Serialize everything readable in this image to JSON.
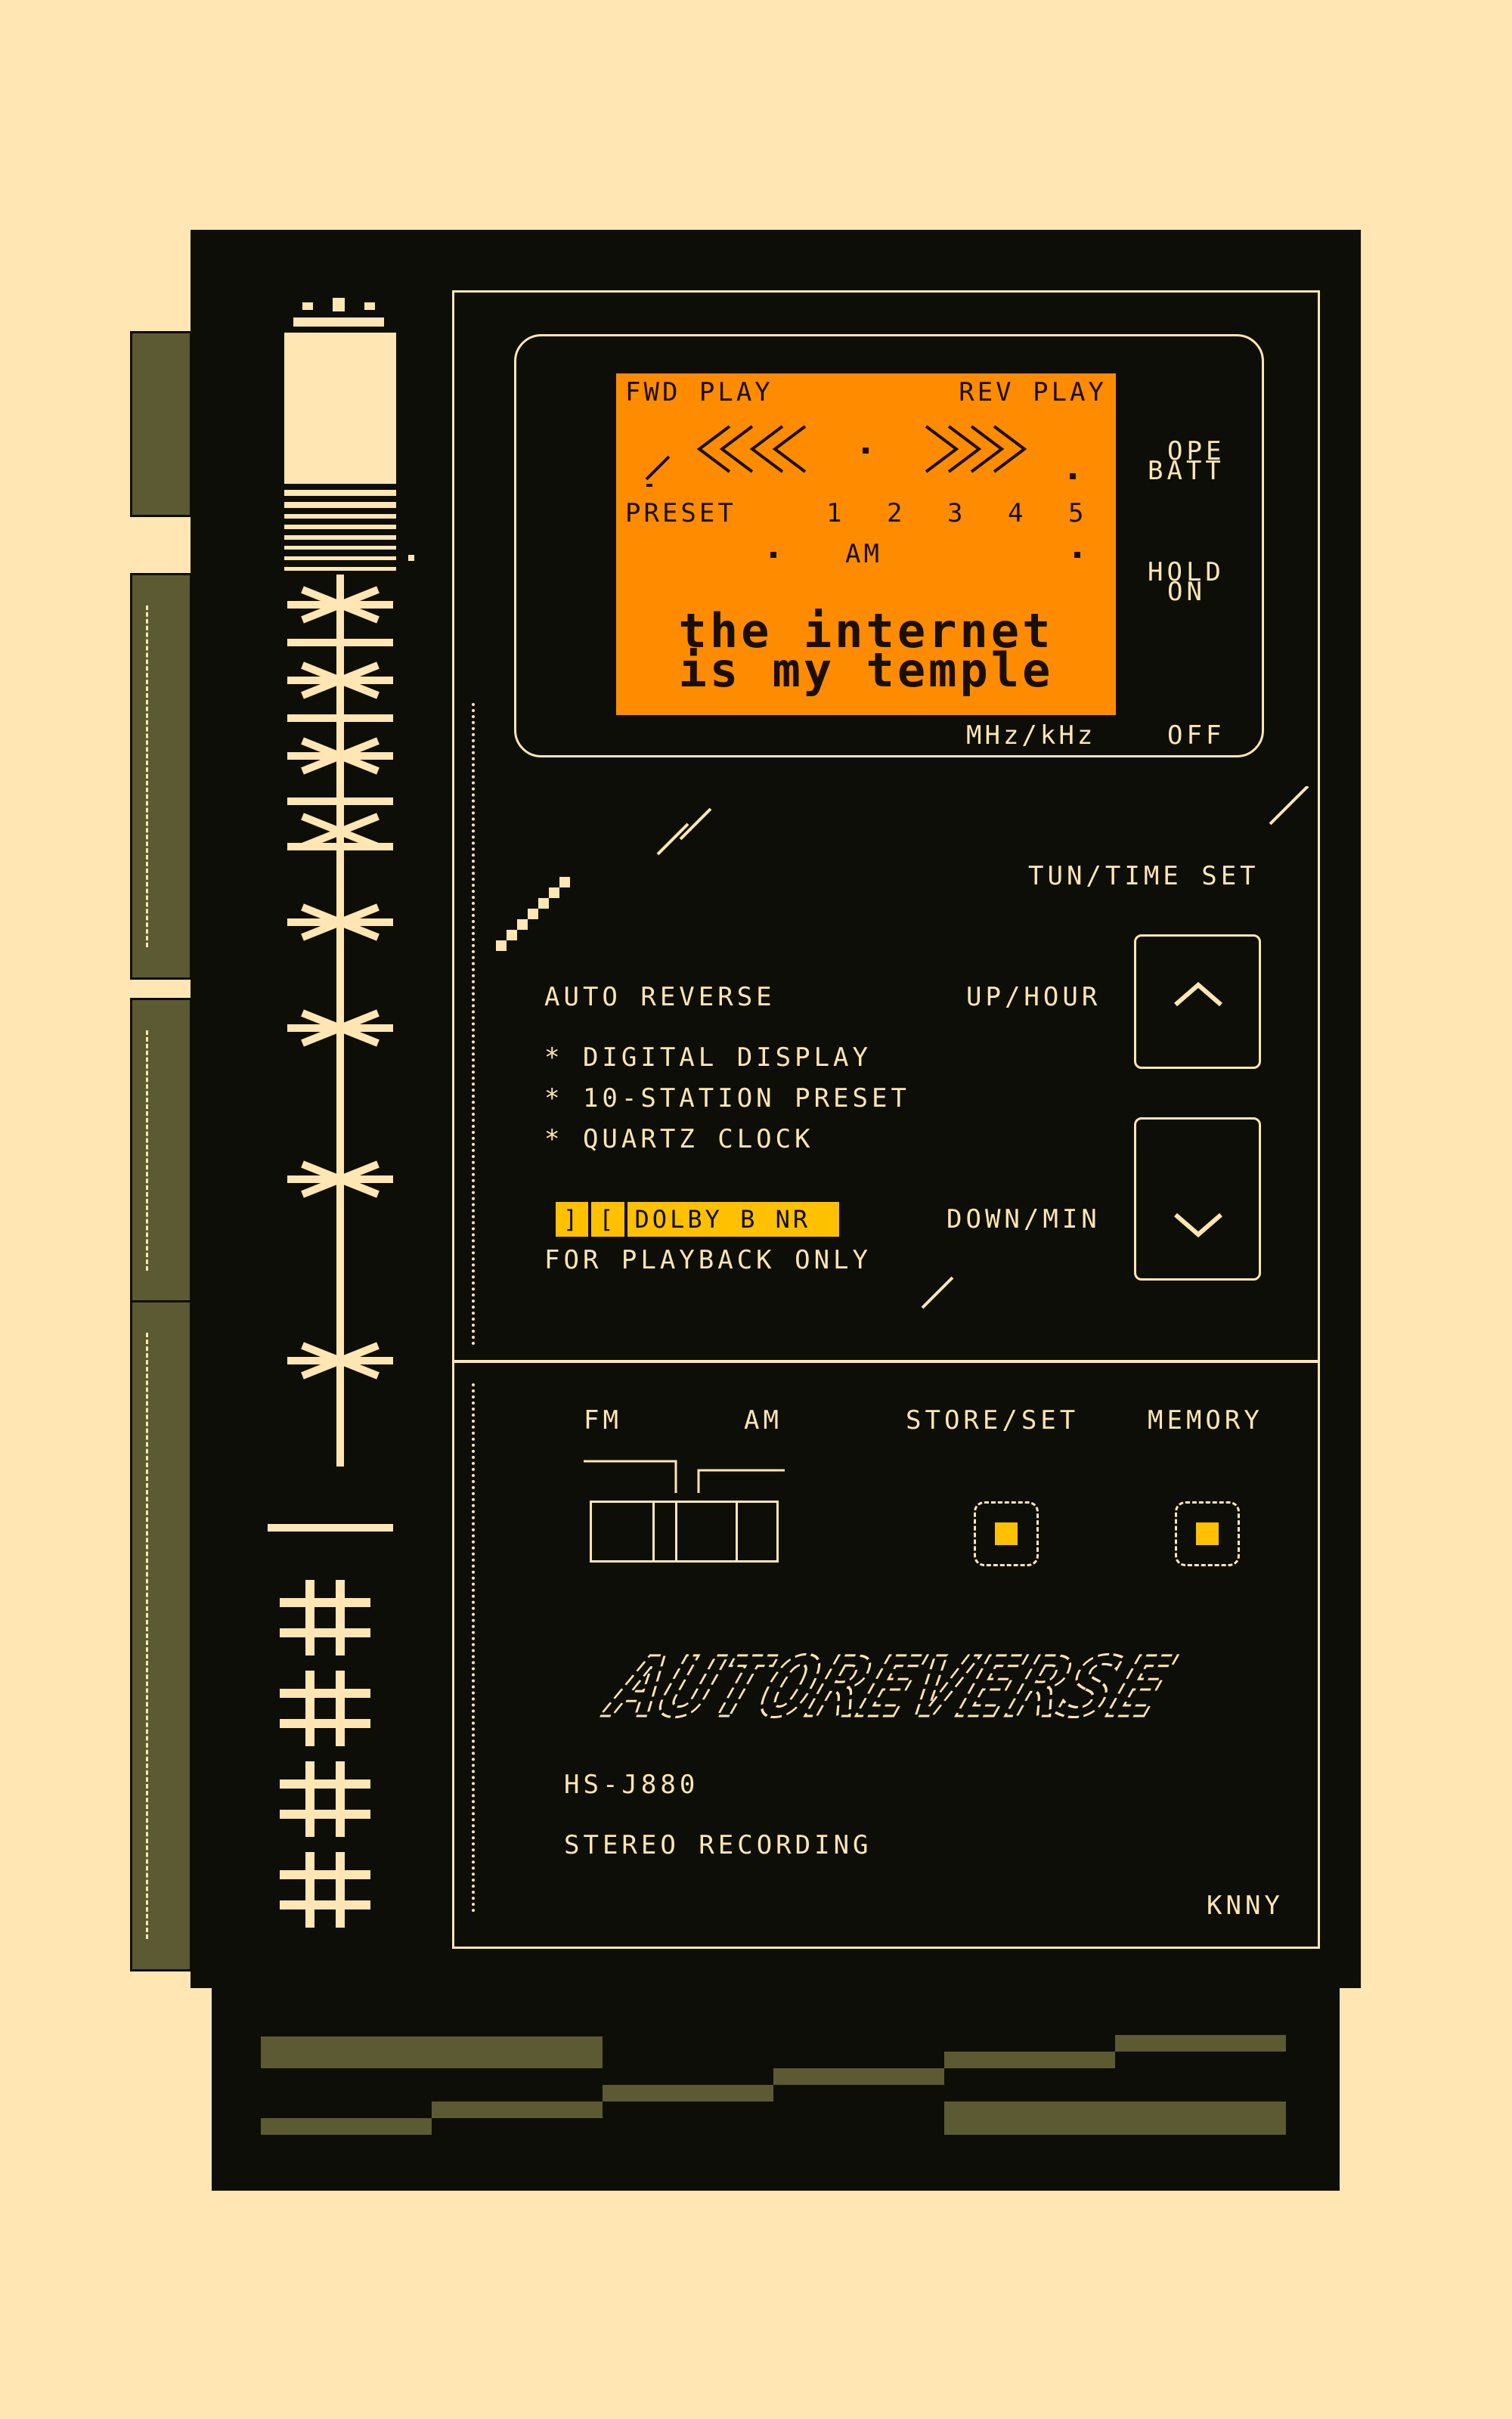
{
  "display": {
    "fwd_play": "FWD PLAY",
    "rev_play": "REV PLAY",
    "preset_label": "PRESET",
    "preset_numbers": [
      "1",
      "2",
      "3",
      "4",
      "5"
    ],
    "band": "AM",
    "message_line1": "the internet",
    "message_line2": "is my temple",
    "unit": "MHz/kHz",
    "off": "OFF"
  },
  "indicators": {
    "ope": "OPE",
    "batt": "BATT",
    "hold": "HOLD",
    "on": "ON"
  },
  "controls": {
    "tun_time_set": "TUN/TIME SET",
    "up_hour": "UP/HOUR",
    "down_min": "DOWN/MIN",
    "fm": "FM",
    "am": "AM",
    "store_set": "STORE/SET",
    "memory": "MEMORY"
  },
  "features": {
    "auto_reverse": "AUTO REVERSE",
    "items": [
      "* DIGITAL DISPLAY",
      "* 10-STATION PRESET",
      "* QUARTZ CLOCK"
    ],
    "dolby_badge": [
      "]",
      "[",
      "DOLBY B NR"
    ],
    "playback_note": "FOR PLAYBACK ONLY"
  },
  "brand": {
    "model": "HS-J880",
    "tagline": "STEREO RECORDING",
    "signature": "KNNY",
    "logo_text": "AUTOREVERSE"
  },
  "colors": {
    "background": "#ffe6b2",
    "body": "#0e0e08",
    "lcd": "#ff8c00",
    "accent": "#ffc000",
    "olive": "#5b5a33"
  }
}
